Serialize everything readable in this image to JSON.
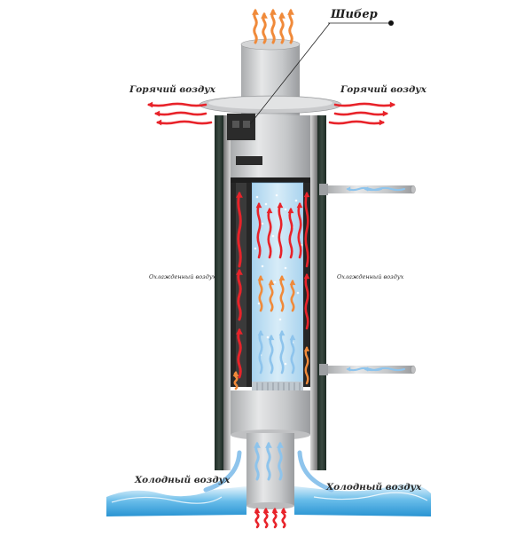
{
  "labels": {
    "damper": "Шибер",
    "hot_air_left": "Горячий воздух",
    "hot_air_right": "Горячий воздух",
    "cooled_air_left": "Охлажденный воздух",
    "cooled_air_right": "Охлажденный воздух",
    "cold_air_left": "Холодный воздух",
    "cold_air_right": "Холодный воздух"
  },
  "colors": {
    "hot": "#e8232a",
    "warm": "#f08a3a",
    "cool": "#8ec4ec",
    "water": "#39a6e0",
    "casing": "#2c3a33",
    "pipe": "#cfd0d1"
  },
  "icons": {
    "flow_arrow": "wavy-arrow-icon",
    "damper": "damper-icon"
  }
}
